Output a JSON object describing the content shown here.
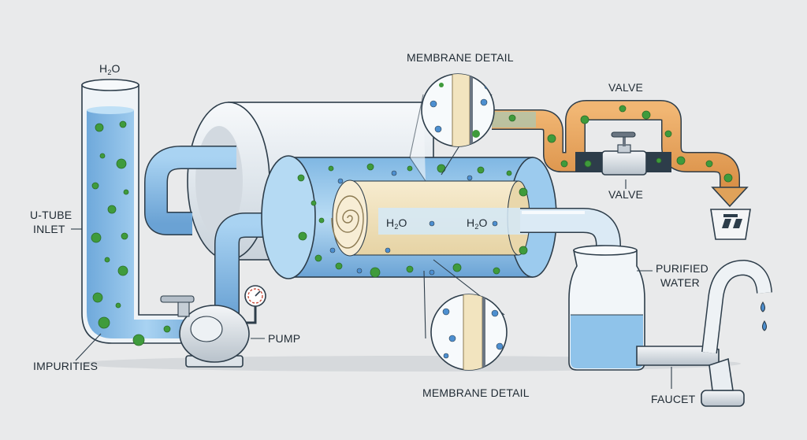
{
  "labels": {
    "h2o_top": "H",
    "h2o_top_sub": "2",
    "h2o_top_end": "O",
    "utube_line1": "U-TUBE",
    "utube_line2": "INLET",
    "impurities": "IMPURITIES",
    "pump": "PUMP",
    "membrane_detail_top": "MEMBRANE DETAIL",
    "membrane_detail_bottom": "MEMBRANE DETAIL",
    "valve_top": "VALVE",
    "valve_bottom": "VALVE",
    "h2o_core_1": "H",
    "h2o_core_1_sub": "2",
    "h2o_core_1_end": "O",
    "h2o_core_2": "H",
    "h2o_core_2_sub": "2",
    "h2o_core_2_end": "O",
    "purified_line1": "PURIFIED",
    "purified_line2": "WATER",
    "faucet": "FAUCET"
  },
  "colors": {
    "background": "#e9eaeb",
    "water_blue": "#8fc3ea",
    "impurity_green": "#3f9b3c",
    "concentrate_orange": "#e0a25a",
    "membrane_beige": "#f2e4bf"
  },
  "icons": [
    "waste-bin-icon",
    "pressure-gauge-icon",
    "water-drop-icon",
    "flow-arrow-icon"
  ]
}
